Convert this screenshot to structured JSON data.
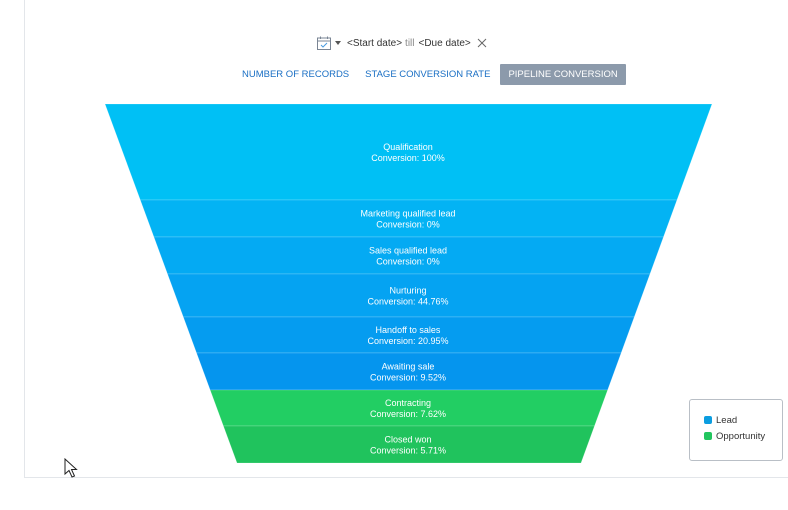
{
  "date_filter": {
    "icon": "calendar-icon",
    "start": "<Start date>",
    "separator": "till",
    "end": "<Due date>",
    "clear_icon": "close-icon"
  },
  "tabs": [
    {
      "label": "NUMBER OF RECORDS",
      "active": false
    },
    {
      "label": "STAGE CONVERSION RATE",
      "active": false
    },
    {
      "label": "PIPELINE CONVERSION",
      "active": true
    }
  ],
  "funnel": {
    "stages": [
      {
        "name": "Qualification",
        "conversion": "Conversion: 100%",
        "group": "lead"
      },
      {
        "name": "Marketing qualified lead",
        "conversion": "Conversion: 0%",
        "group": "lead"
      },
      {
        "name": "Sales qualified lead",
        "conversion": "Conversion: 0%",
        "group": "lead"
      },
      {
        "name": "Nurturing",
        "conversion": "Conversion: 44.76%",
        "group": "lead"
      },
      {
        "name": "Handoff to sales",
        "conversion": "Conversion: 20.95%",
        "group": "lead"
      },
      {
        "name": "Awaiting sale",
        "conversion": "Conversion: 9.52%",
        "group": "lead"
      },
      {
        "name": "Contracting",
        "conversion": "Conversion: 7.62%",
        "group": "opportunity"
      },
      {
        "name": "Closed won",
        "conversion": "Conversion: 5.71%",
        "group": "opportunity"
      }
    ]
  },
  "legend": [
    {
      "label": "Lead",
      "color": "#0b9de0"
    },
    {
      "label": "Opportunity",
      "color": "#22c55e"
    }
  ],
  "colors": {
    "lead_top": "#00c0f5",
    "lead_bottom": "#0594ee",
    "opportunity": "#22ce63",
    "opportunity_dark": "#20c35d"
  }
}
